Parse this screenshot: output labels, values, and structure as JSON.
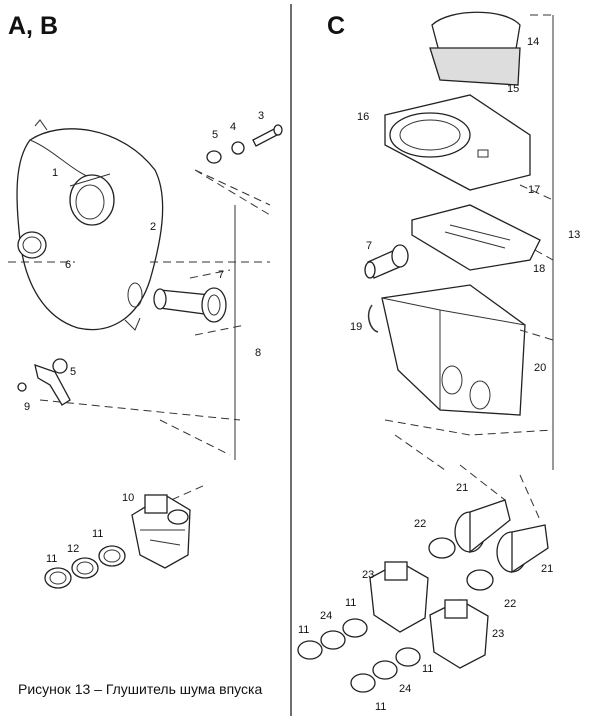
{
  "headings": {
    "left": "A, B",
    "right": "C"
  },
  "caption": "Рисунок 13 – Глушитель шума впуска",
  "left_labels": [
    "1",
    "2",
    "3",
    "4",
    "5",
    "6",
    "7",
    "8",
    "5",
    "9",
    "10",
    "11",
    "12",
    "11"
  ],
  "right_labels": [
    "14",
    "15",
    "16",
    "17",
    "13",
    "7",
    "18",
    "19",
    "20",
    "21",
    "21",
    "22",
    "22",
    "23",
    "23",
    "11",
    "24",
    "11",
    "11",
    "24",
    "11"
  ]
}
